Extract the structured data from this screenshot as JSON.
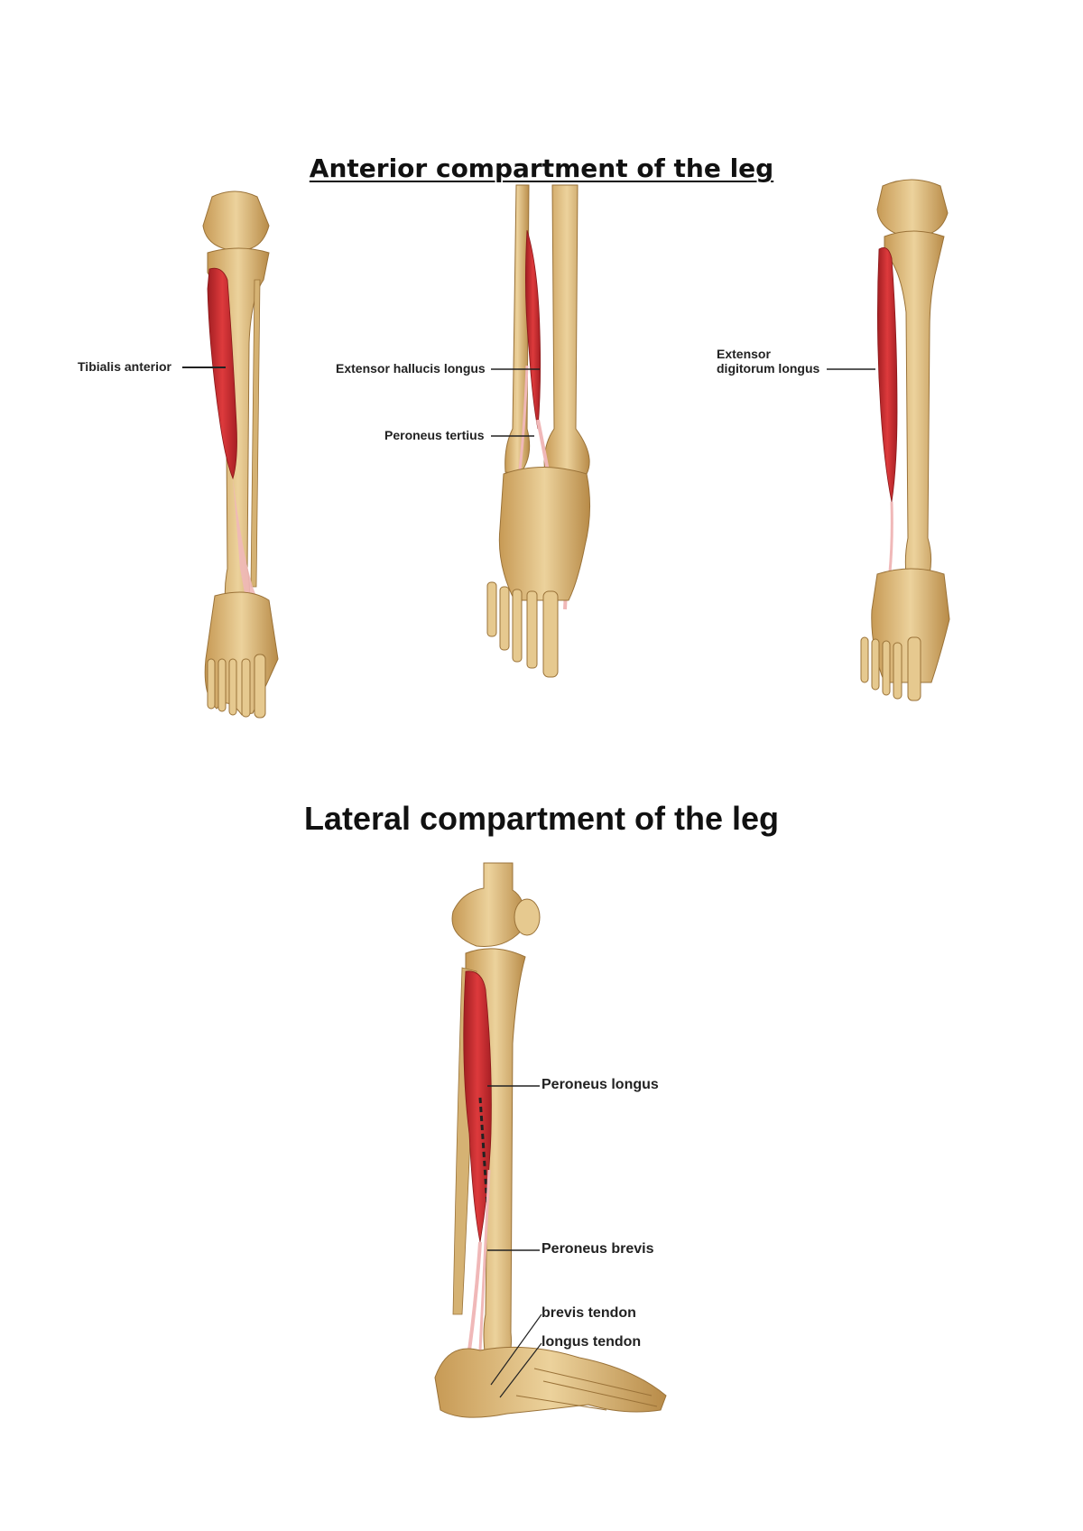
{
  "headings": {
    "anterior": "Anterior compartment of the leg",
    "lateral": "Lateral compartment of the leg"
  },
  "figures": {
    "tibialis": {
      "label": "Tibialis anterior"
    },
    "hallucis": {
      "label_extensor": "Extensor hallucis longus",
      "label_tertius": "Peroneus tertius"
    },
    "digitorum": {
      "label_line1": "Extensor",
      "label_line2": "digitorum longus"
    },
    "lateral": {
      "label_longus": "Peroneus longus",
      "label_brevis": "Peroneus brevis",
      "label_brevis_tendon": "brevis tendon",
      "label_longus_tendon": "longus tendon"
    }
  },
  "colors": {
    "bone": "#e2c38a",
    "bone_shade": "#b98f4e",
    "muscle": "#cc2d30",
    "muscle_dark": "#a11e22",
    "tendon": "#f0b8b8",
    "leader": "#222222"
  }
}
